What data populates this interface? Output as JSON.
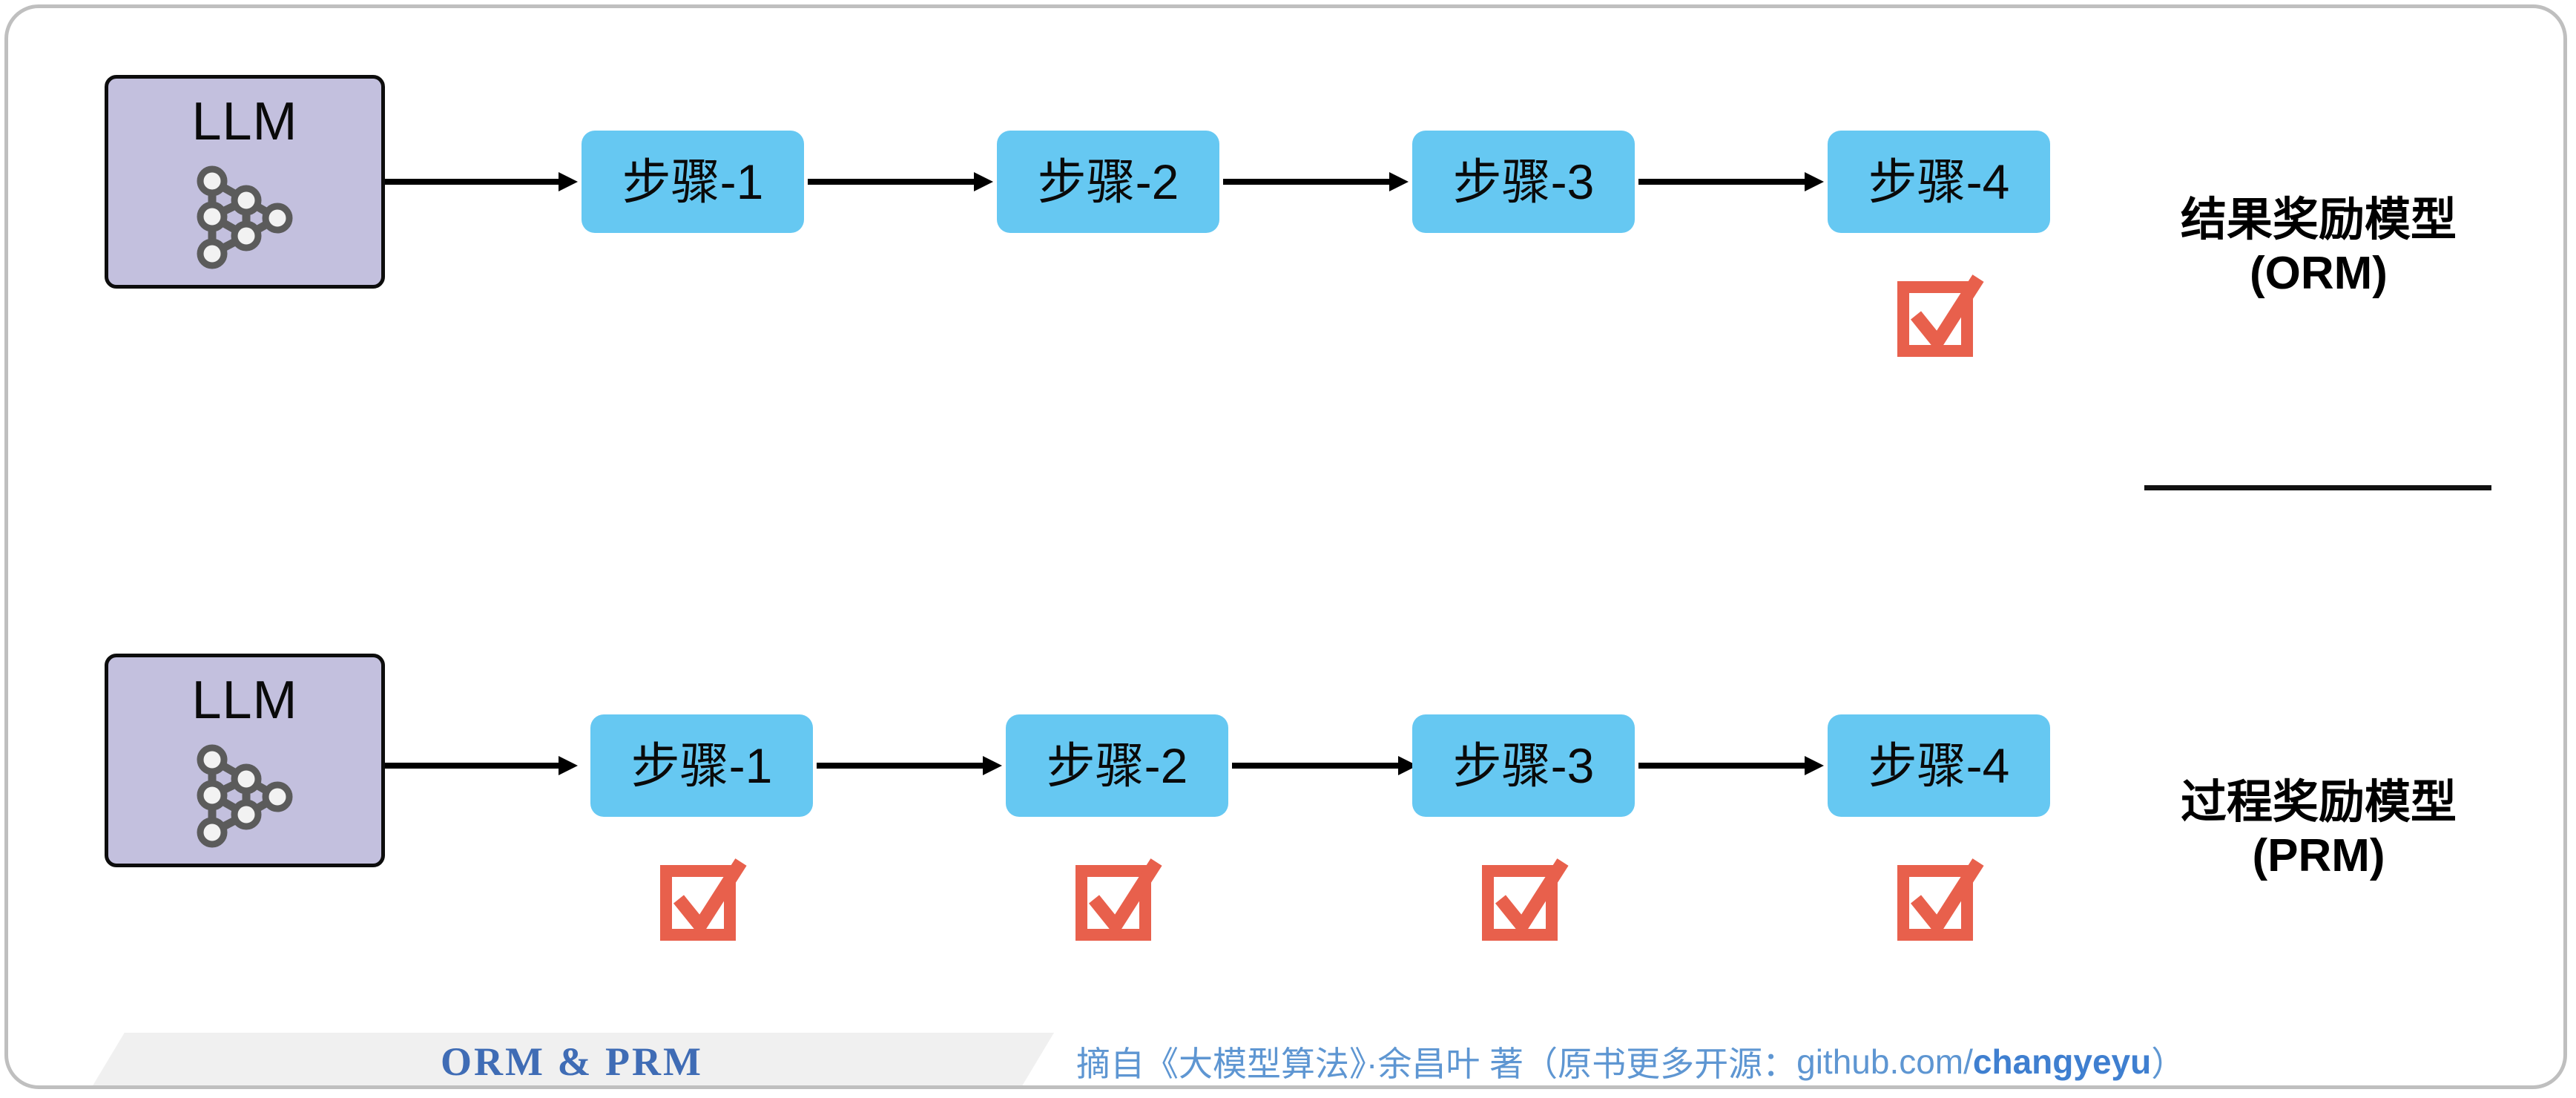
{
  "figure": {
    "title_footer": "ORM & PRM",
    "credit_prefix": "摘自《大模型算法》·余昌叶 著（原书更多开源：",
    "credit_link_plain": "github.com/",
    "credit_link_bold": "changyeyu",
    "credit_suffix": "）"
  },
  "colors": {
    "step_box": "#66c8f2",
    "llm_box": "#c3c0de",
    "check": "#e8604c",
    "footer_band": "#f0f0f0",
    "footer_title": "#3f6cb5",
    "footer_credit": "#5e96d2",
    "card_border": "#bfbfbf"
  },
  "rows": [
    {
      "id": "orm",
      "llm": {
        "label": "LLM",
        "icon": "neural-network-icon"
      },
      "steps": [
        {
          "label": "步骤-1",
          "checked": false
        },
        {
          "label": "步骤-2",
          "checked": false
        },
        {
          "label": "步骤-3",
          "checked": false
        },
        {
          "label": "步骤-4",
          "checked": true
        }
      ],
      "side_label": {
        "name": "结果奖励模型",
        "abbr": "(ORM)"
      }
    },
    {
      "id": "prm",
      "llm": {
        "label": "LLM",
        "icon": "neural-network-icon"
      },
      "steps": [
        {
          "label": "步骤-1",
          "checked": true
        },
        {
          "label": "步骤-2",
          "checked": true
        },
        {
          "label": "步骤-3",
          "checked": true
        },
        {
          "label": "步骤-4",
          "checked": true
        }
      ],
      "side_label": {
        "name": "过程奖励模型",
        "abbr": "(PRM)"
      }
    }
  ]
}
